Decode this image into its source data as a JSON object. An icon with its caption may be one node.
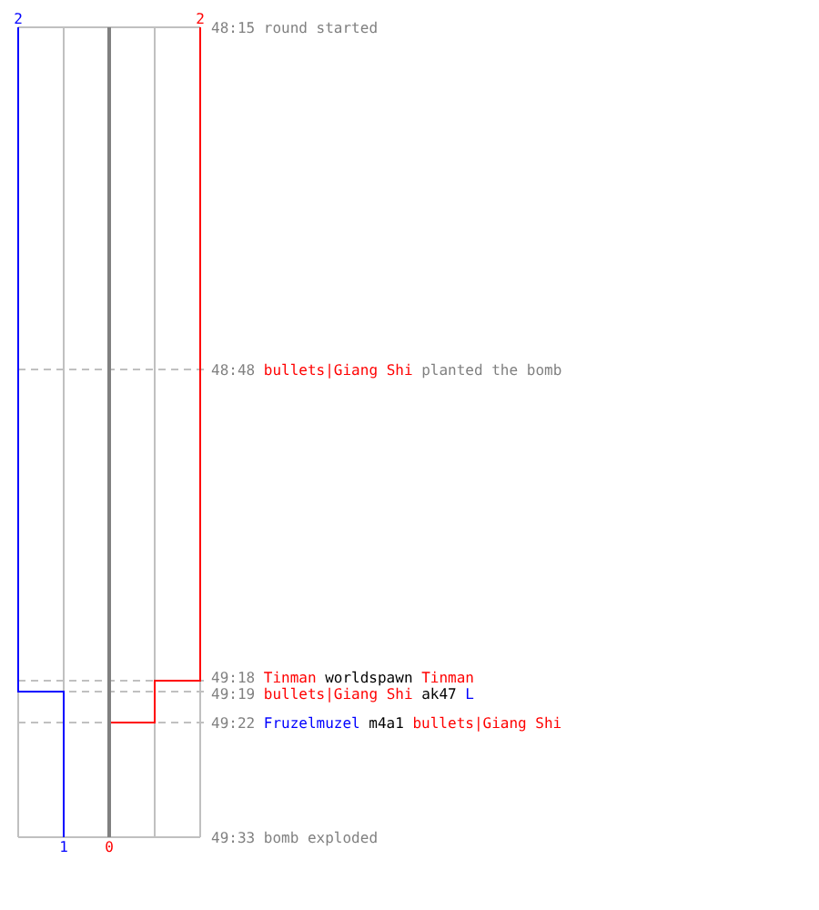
{
  "diagram": {
    "labels": [
      "2",
      "2",
      "48:15",
      "round started",
      "48:48",
      "bullets|Giang Shi",
      "planted the bomb",
      "49:18",
      "Tinman",
      "worldspawn",
      "Tinman",
      "49:19",
      "bullets|Giang Shi",
      "ak47",
      "L",
      "49:22",
      "Fruzelmuzel",
      "m4a1",
      "bullets|Giang Shi",
      "49:33",
      "bomb exploded",
      "1",
      "0"
    ]
  }
}
